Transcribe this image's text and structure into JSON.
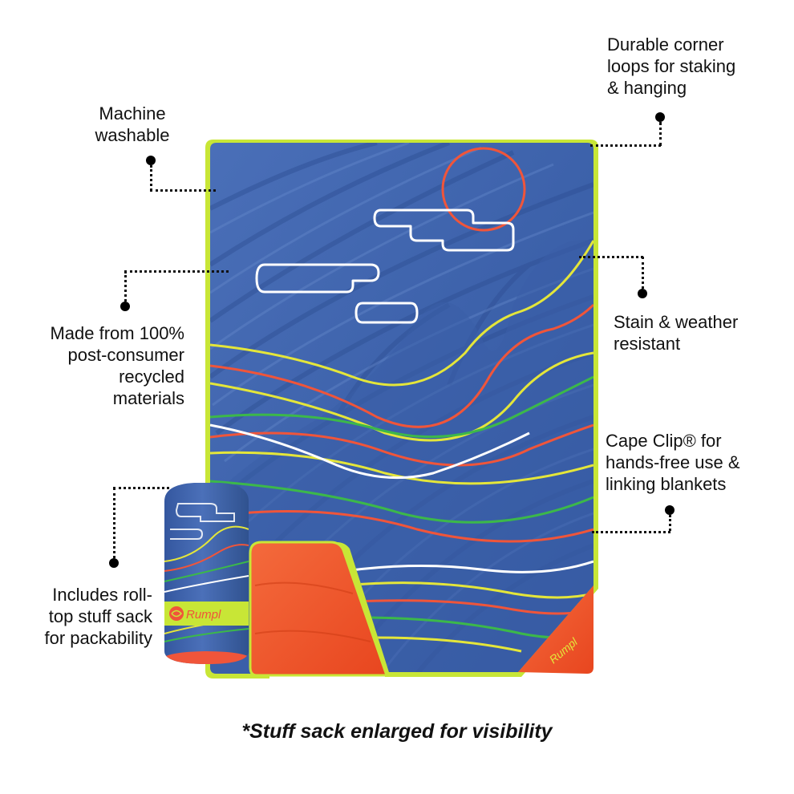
{
  "callouts": {
    "machine_washable": "Machine\nwashable",
    "corner_loops": "Durable corner\nloops for staking\n& hanging",
    "recycled": "Made from 100%\npost-consumer\nrecycled\nmaterials",
    "stain_weather": "Stain & weather\nresistant",
    "cape_clip": "Cape Clip® for\nhands-free use &\nlinking blankets",
    "stuff_sack": "Includes roll-\ntop stuff sack\nfor packability"
  },
  "footnote": "*Stuff sack enlarged for visibility",
  "brand": {
    "sack_logo": "Rumpl",
    "blanket_logo": "Rumpl"
  },
  "colors": {
    "blanket_blue": "#3f64ad",
    "blanket_edge": "#c8e636",
    "accent_orange": "#f2552c",
    "wave_yellow": "#e4e63a",
    "wave_green": "#3cb84a",
    "wave_red": "#f0553a",
    "wave_white": "#ffffff",
    "text": "#111111"
  }
}
